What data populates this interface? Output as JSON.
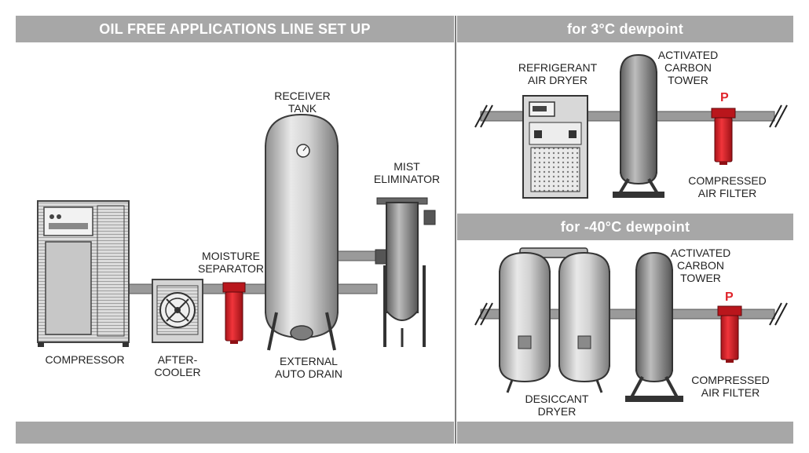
{
  "headers": {
    "main": "OIL FREE APPLICATIONS LINE SET UP",
    "top_right": "for 3°C dewpoint",
    "bottom_right": "for -40°C dewpoint"
  },
  "main_panel": {
    "compressor": "COMPRESSOR",
    "aftercooler_line1": "AFTER-",
    "aftercooler_line2": "COOLER",
    "moisture_line1": "MOISTURE",
    "moisture_line2": "SEPARATOR",
    "receiver_line1": "RECEIVER",
    "receiver_line2": "TANK",
    "drain_line1": "EXTERNAL",
    "drain_line2": "AUTO DRAIN",
    "mist_line1": "MIST",
    "mist_line2": "ELIMINATOR"
  },
  "top_right_panel": {
    "dryer_line1": "REFRIGERANT",
    "dryer_line2": "AIR DRYER",
    "carbon_line1": "ACTIVATED",
    "carbon_line2": "CARBON",
    "carbon_line3": "TOWER",
    "p_label": "P",
    "filter_line1": "COMPRESSED",
    "filter_line2": "AIR FILTER"
  },
  "bottom_right_panel": {
    "dryer_line1": "DESICCANT",
    "dryer_line2": "DRYER",
    "carbon_line1": "ACTIVATED",
    "carbon_line2": "CARBON",
    "carbon_line3": "TOWER",
    "p_label": "P",
    "filter_line1": "COMPRESSED",
    "filter_line2": "AIR FILTER"
  },
  "colors": {
    "header_bar": "#a7a7a7",
    "filter_red": "#e0242b",
    "pipe": "#9a9a9a"
  }
}
